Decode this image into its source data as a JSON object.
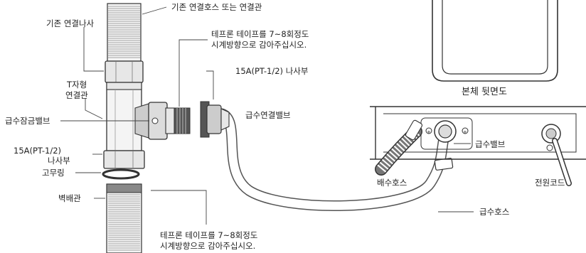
{
  "colors": {
    "line": "#333333",
    "pipe_fill": "#f4f4f4",
    "fitting_fill": "#e7e7e7",
    "valve_fill": "#cccccc",
    "dark_fill": "#555555",
    "hose_outline": "#555555",
    "hose_fill": "#ffffff",
    "drain_hose": "#777777",
    "text": "#222222"
  },
  "labels": {
    "existing_hose": "기존 연결호스 또는 연결관",
    "existing_thread": "기존 연결나사",
    "tape_top_line1": "테프론 테이프를 7~8회정도",
    "tape_top_line2": "시계방향으로 감아주십시오.",
    "t_fitting_line1": "T자형",
    "t_fitting_line2": "연결관",
    "fitting_15a_top": "15A(PT-1/2) 나사부",
    "supply_lock_valve": "급수잠금밸브",
    "supply_connect_valve": "급수연결밸브",
    "fitting_15a_left_line1": "15A(PT-1/2)",
    "fitting_15a_left_line2": "나사부",
    "rubber_ring": "고무링",
    "wall_pipe": "벽배관",
    "tape_bottom_line1": "테프론 테이프를 7~8회정도",
    "tape_bottom_line2": "시계방향으로 감아주십시오.",
    "unit_back": "본체 뒷면도",
    "supply_valve": "급수밸브",
    "drain_hose": "배수호스",
    "power_cord": "전원코드",
    "supply_hose": "급수호스"
  }
}
